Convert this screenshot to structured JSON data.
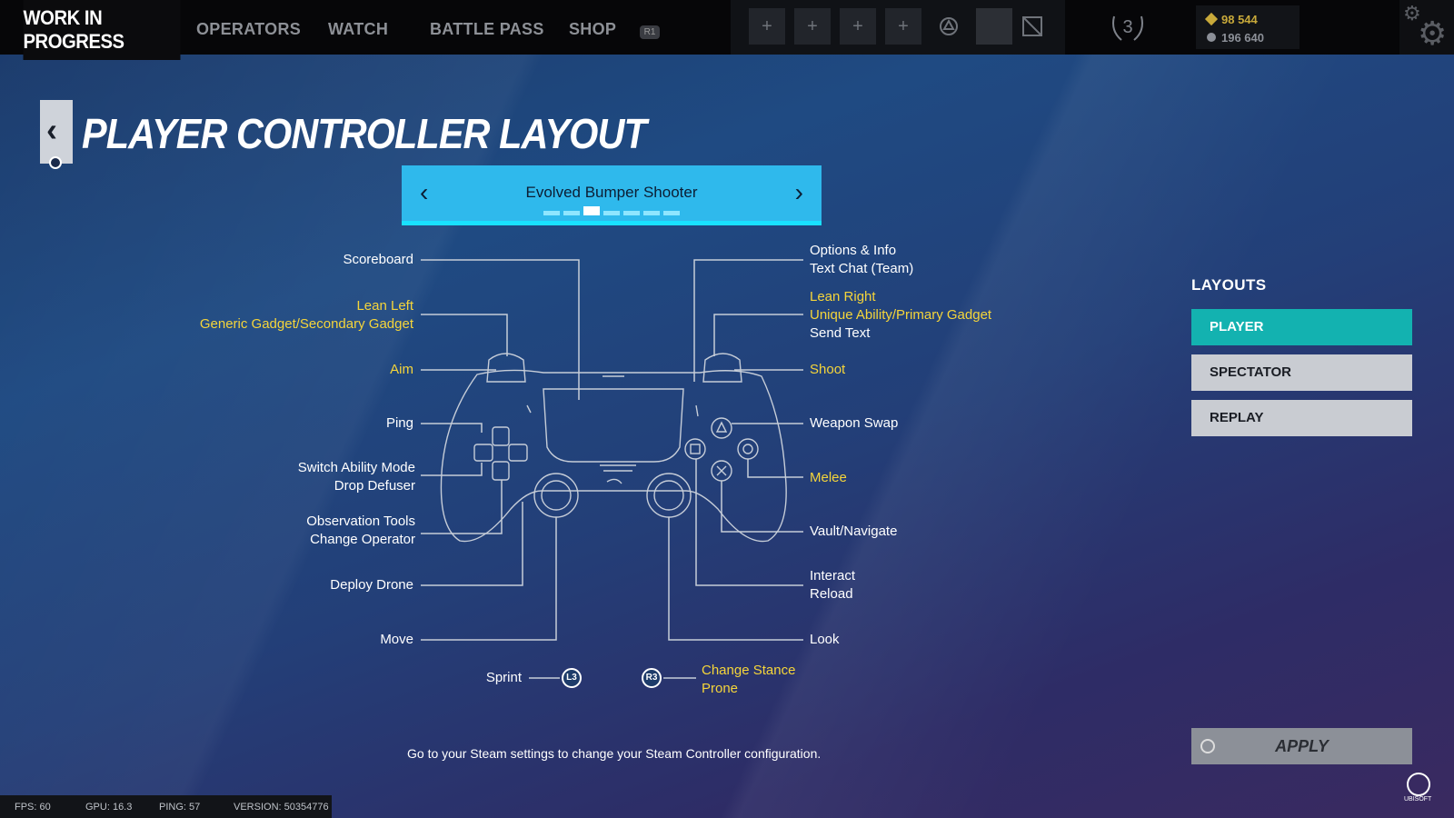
{
  "topbar": {
    "brand": "WORK IN PROGRESS",
    "nav": [
      "OPERATORS",
      "WATCH",
      "BATTLE PASS",
      "SHOP"
    ],
    "nav_badge": "R1",
    "slots": [
      "+",
      "+",
      "+",
      "+"
    ],
    "rank": "3",
    "currency": {
      "renown": "98 544",
      "credits": "196 640"
    }
  },
  "header": {
    "title": "PLAYER CONTROLLER LAYOUT"
  },
  "preset": {
    "name": "Evolved Bumper Shooter",
    "count": 7,
    "active_index": 2
  },
  "labels": {
    "scoreboard": "Scoreboard",
    "lean_left": "Lean Left",
    "generic_gadget": "Generic Gadget/Secondary Gadget",
    "aim": "Aim",
    "ping": "Ping",
    "switch_ability": "Switch Ability Mode",
    "drop_defuser": "Drop Defuser",
    "observation": "Observation Tools",
    "change_operator": "Change Operator",
    "deploy_drone": "Deploy Drone",
    "move": "Move",
    "sprint": "Sprint",
    "options_info": "Options & Info",
    "text_chat": "Text Chat (Team)",
    "lean_right": "Lean Right",
    "unique_ability": "Unique Ability/Primary Gadget",
    "send_text": "Send Text",
    "shoot": "Shoot",
    "weapon_swap": "Weapon Swap",
    "melee": "Melee",
    "vault": "Vault/Navigate",
    "interact": "Interact",
    "reload": "Reload",
    "look": "Look",
    "change_stance": "Change Stance",
    "prone": "Prone",
    "l3": "L3",
    "r3": "R3"
  },
  "hint": "Go to your Steam settings to change your Steam Controller configuration.",
  "layouts": {
    "heading": "LAYOUTS",
    "items": [
      "PLAYER",
      "SPECTATOR",
      "REPLAY"
    ],
    "selected": "PLAYER",
    "apply": "APPLY"
  },
  "brand_logo": "UBISOFT",
  "footer": {
    "fps": "FPS: 60",
    "gpu": "GPU: 16.3",
    "ping": "PING: 57",
    "version": "VERSION: 50354776"
  },
  "colors": {
    "accent_cyan": "#2fb9ec",
    "selected_teal": "#13b2b0",
    "highlight_yellow": "#f5d53a"
  }
}
